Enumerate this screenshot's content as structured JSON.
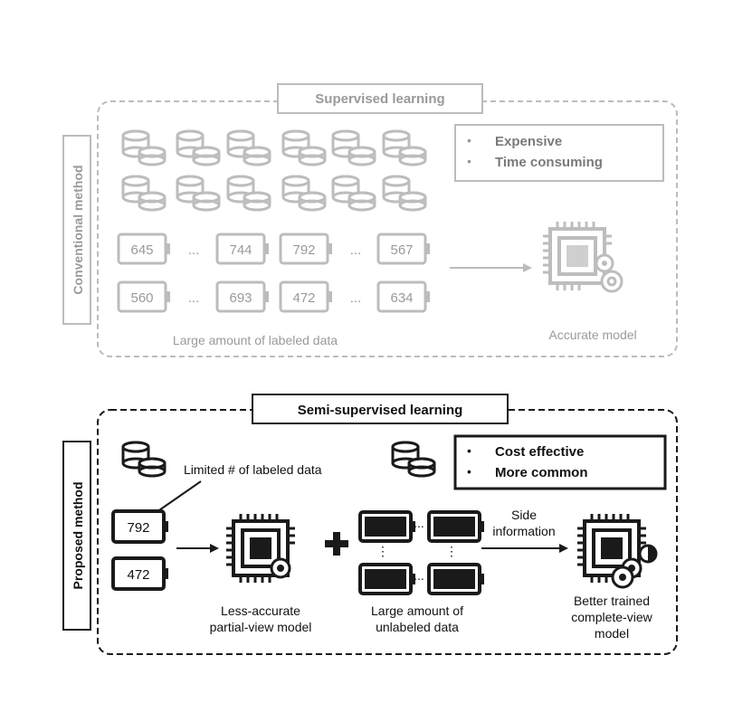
{
  "top_panel": {
    "title": "Supervised learning",
    "side_label": "Conventional method",
    "bullets": [
      "Expensive",
      "Time consuming"
    ],
    "battery_rows": [
      [
        "645",
        "744",
        "792",
        "567"
      ],
      [
        "560",
        "693",
        "472",
        "634"
      ]
    ],
    "ellipsis": "...",
    "data_caption": "Large amount of labeled data",
    "model_caption": "Accurate model",
    "coin_stack_count": 12,
    "colors": {
      "stroke": "#bcbcbc",
      "text": "#9a9a9a",
      "bullet_text": "#7a7a7a"
    }
  },
  "bottom_panel": {
    "title": "Semi-supervised learning",
    "side_label": "Proposed method",
    "bullets": [
      "Cost effective",
      "More common"
    ],
    "limited_caption": "Limited # of labeled data",
    "labeled_batteries": [
      "792",
      "472"
    ],
    "partial_caption": [
      "Less-accurate",
      "partial-view model"
    ],
    "unlabeled_caption": [
      "Large amount of",
      "unlabeled data"
    ],
    "side_info": [
      "Side",
      "information"
    ],
    "ellipsis": "...",
    "vertical_ellipsis": "⋮",
    "final_caption": [
      "Better trained",
      "complete-view",
      "model"
    ],
    "colors": {
      "stroke": "#1a1a1a",
      "text": "#111111"
    }
  }
}
